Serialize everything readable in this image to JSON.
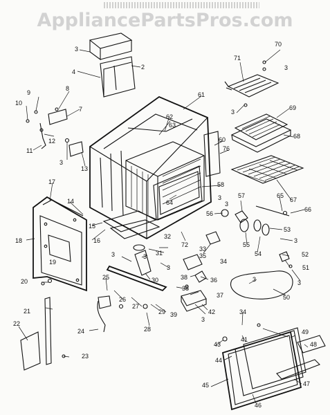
{
  "watermark": "AppliancePartsPros.com",
  "callouts": [
    {
      "id": "c70",
      "text": "70"
    },
    {
      "id": "c71",
      "text": "71"
    },
    {
      "id": "c3a",
      "text": "3"
    },
    {
      "id": "c2",
      "text": "2"
    },
    {
      "id": "c3b",
      "text": "3"
    },
    {
      "id": "c4",
      "text": "4"
    },
    {
      "id": "c9",
      "text": "9"
    },
    {
      "id": "c8",
      "text": "8"
    },
    {
      "id": "c7",
      "text": "7"
    },
    {
      "id": "c10",
      "text": "10"
    },
    {
      "id": "c12",
      "text": "12"
    },
    {
      "id": "c11",
      "text": "11"
    },
    {
      "id": "c13",
      "text": "13"
    },
    {
      "id": "c3c",
      "text": "3"
    },
    {
      "id": "c61",
      "text": "61"
    },
    {
      "id": "c62",
      "text": "62"
    },
    {
      "id": "c63",
      "text": "63"
    },
    {
      "id": "c3d",
      "text": "3"
    },
    {
      "id": "c69",
      "text": "69"
    },
    {
      "id": "c68",
      "text": "68"
    },
    {
      "id": "c60",
      "text": "60"
    },
    {
      "id": "c76",
      "text": "76"
    },
    {
      "id": "c58",
      "text": "58"
    },
    {
      "id": "c64",
      "text": "64"
    },
    {
      "id": "c3e",
      "text": "3"
    },
    {
      "id": "c67",
      "text": "67"
    },
    {
      "id": "c57",
      "text": "57"
    },
    {
      "id": "c65",
      "text": "65"
    },
    {
      "id": "c66",
      "text": "66"
    },
    {
      "id": "c17",
      "text": "17"
    },
    {
      "id": "c14",
      "text": "14"
    },
    {
      "id": "c15",
      "text": "15"
    },
    {
      "id": "c56",
      "text": "56"
    },
    {
      "id": "c3f",
      "text": "3"
    },
    {
      "id": "c53",
      "text": "53"
    },
    {
      "id": "c18",
      "text": "18"
    },
    {
      "id": "c16",
      "text": "16"
    },
    {
      "id": "c32",
      "text": "32"
    },
    {
      "id": "c72",
      "text": "72"
    },
    {
      "id": "c33",
      "text": "33"
    },
    {
      "id": "c55",
      "text": "55"
    },
    {
      "id": "c3g",
      "text": "3"
    },
    {
      "id": "c19",
      "text": "19"
    },
    {
      "id": "c31",
      "text": "31"
    },
    {
      "id": "c3h",
      "text": "3"
    },
    {
      "id": "c35",
      "text": "35"
    },
    {
      "id": "c34",
      "text": "34"
    },
    {
      "id": "c54",
      "text": "54"
    },
    {
      "id": "c52",
      "text": "52"
    },
    {
      "id": "c51",
      "text": "51"
    },
    {
      "id": "c3i",
      "text": "3"
    },
    {
      "id": "c3j",
      "text": "3"
    },
    {
      "id": "c20",
      "text": "20"
    },
    {
      "id": "c25",
      "text": "25"
    },
    {
      "id": "c30",
      "text": "30"
    },
    {
      "id": "c38a",
      "text": "38"
    },
    {
      "id": "c36",
      "text": "36"
    },
    {
      "id": "c3k",
      "text": "3"
    },
    {
      "id": "c50",
      "text": "50"
    },
    {
      "id": "c3l",
      "text": "3"
    },
    {
      "id": "c26",
      "text": "26"
    },
    {
      "id": "c37",
      "text": "37"
    },
    {
      "id": "c27",
      "text": "27"
    },
    {
      "id": "c29",
      "text": "29"
    },
    {
      "id": "c38b",
      "text": "38"
    },
    {
      "id": "c39",
      "text": "39"
    },
    {
      "id": "c21",
      "text": "21"
    },
    {
      "id": "c42",
      "text": "42"
    },
    {
      "id": "c34b",
      "text": "34"
    },
    {
      "id": "c28",
      "text": "28"
    },
    {
      "id": "c24",
      "text": "24"
    },
    {
      "id": "c3m",
      "text": "3"
    },
    {
      "id": "c41",
      "text": "41"
    },
    {
      "id": "c49",
      "text": "49"
    },
    {
      "id": "c22",
      "text": "22"
    },
    {
      "id": "c43",
      "text": "43"
    },
    {
      "id": "c48",
      "text": "48"
    },
    {
      "id": "c23",
      "text": "23"
    },
    {
      "id": "c44",
      "text": "44"
    },
    {
      "id": "c45",
      "text": "45"
    },
    {
      "id": "c47",
      "text": "47"
    },
    {
      "id": "c46",
      "text": "46"
    }
  ]
}
